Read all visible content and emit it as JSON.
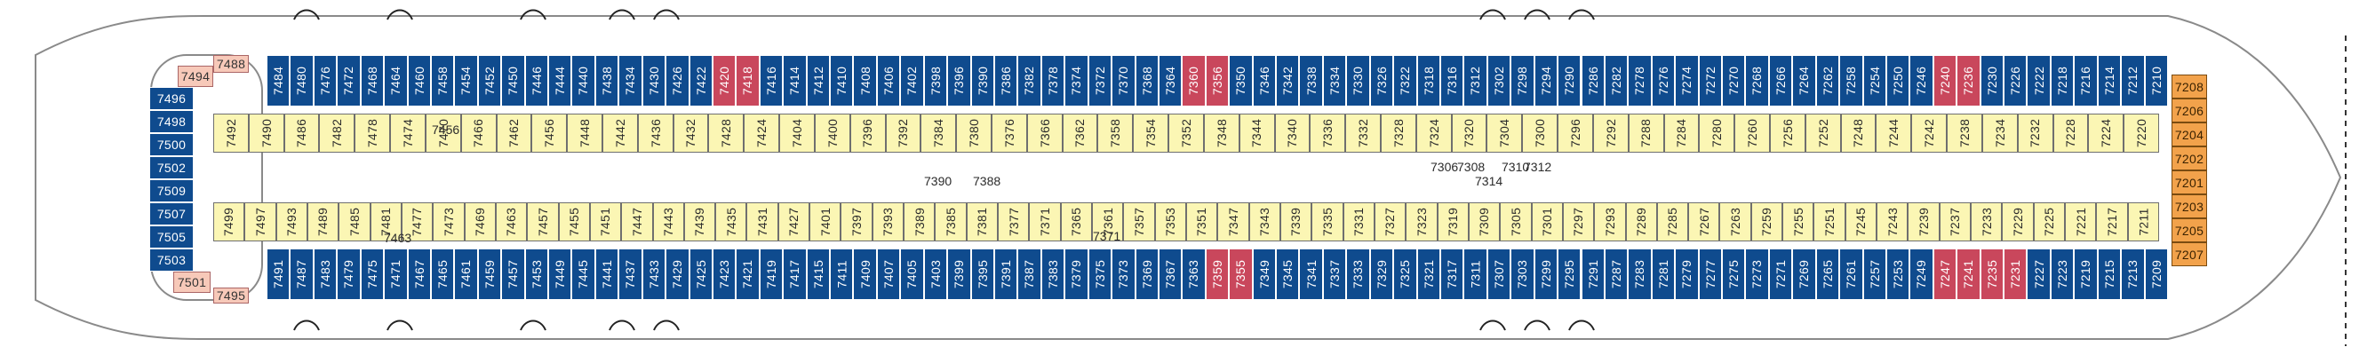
{
  "title": "",
  "colors": {
    "outer_cabin": "#0f4b8e",
    "inner_cabin": "#fbf6b4",
    "suite": "#c9475c",
    "corner": "#f7c9b9",
    "forward": "#f2a24b"
  },
  "rows": {
    "top_outer": [
      "7484",
      "7480",
      "7476",
      "7472",
      "7468",
      "7464",
      "7460",
      "7458",
      "7454",
      "7452",
      "7450",
      "7446",
      "7444",
      "7440",
      "7438",
      "7434",
      "7430",
      "7426",
      "7422",
      "7420",
      "7418",
      "7416",
      "7414",
      "7412",
      "7410",
      "7408",
      "7406",
      "7402",
      "7398",
      "7396",
      "7390",
      "7386",
      "7382",
      "7378",
      "7374",
      "7372",
      "7370",
      "7368",
      "7364",
      "7360",
      "7356",
      "7350",
      "7346",
      "7342",
      "7338",
      "7334",
      "7330",
      "7326",
      "7322",
      "7318",
      "7316",
      "7312",
      "7302",
      "7298",
      "7294",
      "7290",
      "7286",
      "7282",
      "7278",
      "7276",
      "7274",
      "7272",
      "7270",
      "7268",
      "7266",
      "7264",
      "7262",
      "7258",
      "7254",
      "7250",
      "7246",
      "7240",
      "7236",
      "7230",
      "7226",
      "7222",
      "7218",
      "7216",
      "7214",
      "7212",
      "7210"
    ],
    "top_pink": [
      "7420",
      "7418",
      "7360",
      "7356",
      "7240",
      "7236"
    ],
    "top_inner": [
      "7492",
      "7490",
      "7486",
      "7482",
      "7478",
      "7474",
      "7470",
      "7466",
      "7462",
      "7456",
      "7448",
      "7442",
      "7436",
      "7432",
      "7428",
      "7424",
      "7404",
      "7400",
      "7396",
      "7392",
      "7384",
      "7380",
      "7376",
      "7366",
      "7362",
      "7358",
      "7354",
      "7352",
      "7348",
      "7344",
      "7340",
      "7336",
      "7332",
      "7328",
      "7324",
      "7320",
      "7304",
      "7300",
      "7296",
      "7292",
      "7288",
      "7284",
      "7280",
      "7260",
      "7256",
      "7252",
      "7248",
      "7244",
      "7242",
      "7238",
      "7234",
      "7232",
      "7228",
      "7224",
      "7220"
    ],
    "bottom_inner": [
      "7499",
      "7497",
      "7493",
      "7489",
      "7485",
      "7481",
      "7477",
      "7473",
      "7469",
      "7463",
      "7457",
      "7455",
      "7451",
      "7447",
      "7443",
      "7439",
      "7435",
      "7431",
      "7427",
      "7401",
      "7397",
      "7393",
      "7389",
      "7385",
      "7381",
      "7377",
      "7371",
      "7365",
      "7361",
      "7357",
      "7353",
      "7351",
      "7347",
      "7343",
      "7339",
      "7335",
      "7331",
      "7327",
      "7323",
      "7319",
      "7309",
      "7305",
      "7301",
      "7297",
      "7293",
      "7289",
      "7285",
      "7267",
      "7263",
      "7259",
      "7255",
      "7251",
      "7245",
      "7243",
      "7239",
      "7237",
      "7233",
      "7229",
      "7225",
      "7221",
      "7217",
      "7211"
    ],
    "bottom_outer": [
      "7491",
      "7487",
      "7483",
      "7479",
      "7475",
      "7471",
      "7467",
      "7465",
      "7461",
      "7459",
      "7457",
      "7453",
      "7449",
      "7445",
      "7441",
      "7437",
      "7433",
      "7429",
      "7425",
      "7423",
      "7421",
      "7419",
      "7417",
      "7415",
      "7411",
      "7409",
      "7407",
      "7405",
      "7403",
      "7399",
      "7395",
      "7391",
      "7387",
      "7383",
      "7379",
      "7375",
      "7373",
      "7369",
      "7367",
      "7363",
      "7359",
      "7355",
      "7349",
      "7345",
      "7341",
      "7337",
      "7333",
      "7329",
      "7325",
      "7321",
      "7317",
      "7311",
      "7307",
      "7303",
      "7299",
      "7295",
      "7291",
      "7287",
      "7283",
      "7281",
      "7279",
      "7277",
      "7275",
      "7273",
      "7271",
      "7269",
      "7265",
      "7261",
      "7257",
      "7253",
      "7249",
      "7247",
      "7241",
      "7235",
      "7231",
      "7227",
      "7223",
      "7219",
      "7215",
      "7213",
      "7209"
    ],
    "bottom_pink": [
      "7359",
      "7355",
      "7247",
      "7241",
      "7235",
      "7231"
    ],
    "aft_column": [
      "7496",
      "7498",
      "7500",
      "7502",
      "7509",
      "7507",
      "7505",
      "7503"
    ],
    "aft_corners": [
      "7494",
      "7488",
      "7501",
      "7495"
    ],
    "forward_column": [
      "7208",
      "7206",
      "7204",
      "7202",
      "7201",
      "7203",
      "7205",
      "7207"
    ],
    "mid_labels": [
      "7390",
      "7388",
      "7314",
      "7306",
      "7308",
      "7310",
      "7312",
      "7371",
      "7456",
      "7463"
    ]
  }
}
